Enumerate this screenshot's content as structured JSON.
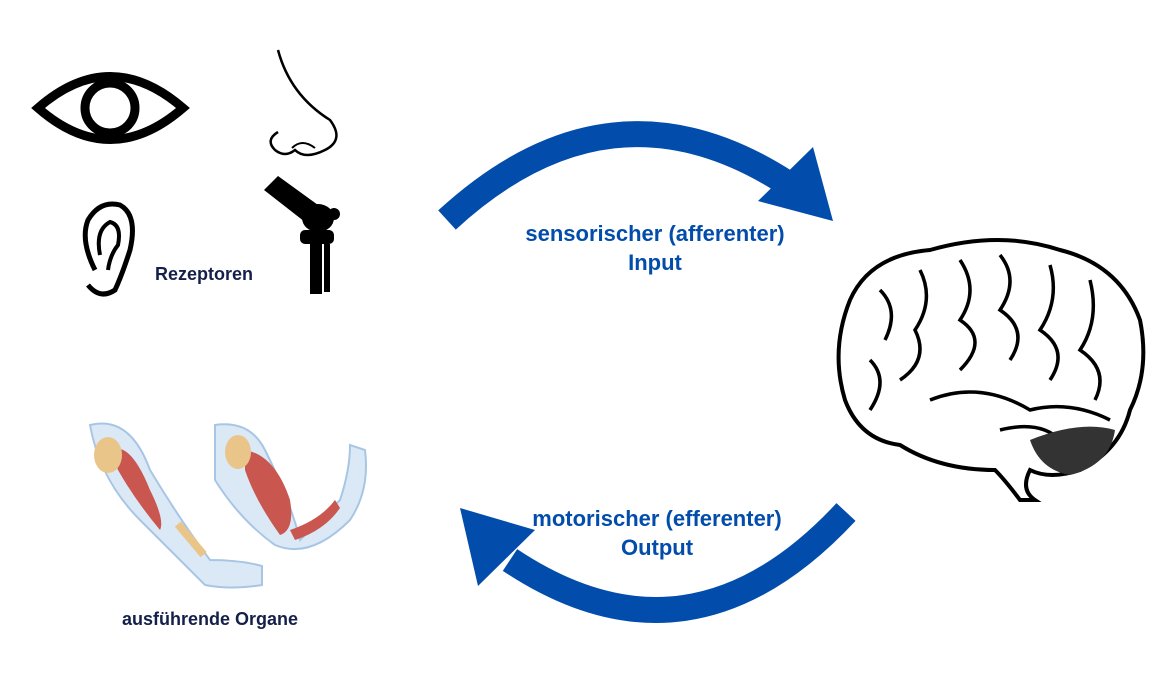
{
  "colors": {
    "arrow": "#024dab",
    "flow_text": "#024dab",
    "label_text": "#14204a",
    "icon": "#000000"
  },
  "receptors": {
    "label": "Rezeptoren",
    "icons": [
      "eye-icon",
      "nose-icon",
      "ear-icon",
      "knee-joint-icon"
    ]
  },
  "effectors": {
    "label": "ausführende Organe",
    "icons": [
      "arm-muscle-icon"
    ]
  },
  "center": {
    "icon": "brain-icon"
  },
  "input": {
    "line1": "sensorischer (afferenter)",
    "line2": "Input"
  },
  "output": {
    "line1": "motorischer (efferenter)",
    "line2": "Output"
  }
}
